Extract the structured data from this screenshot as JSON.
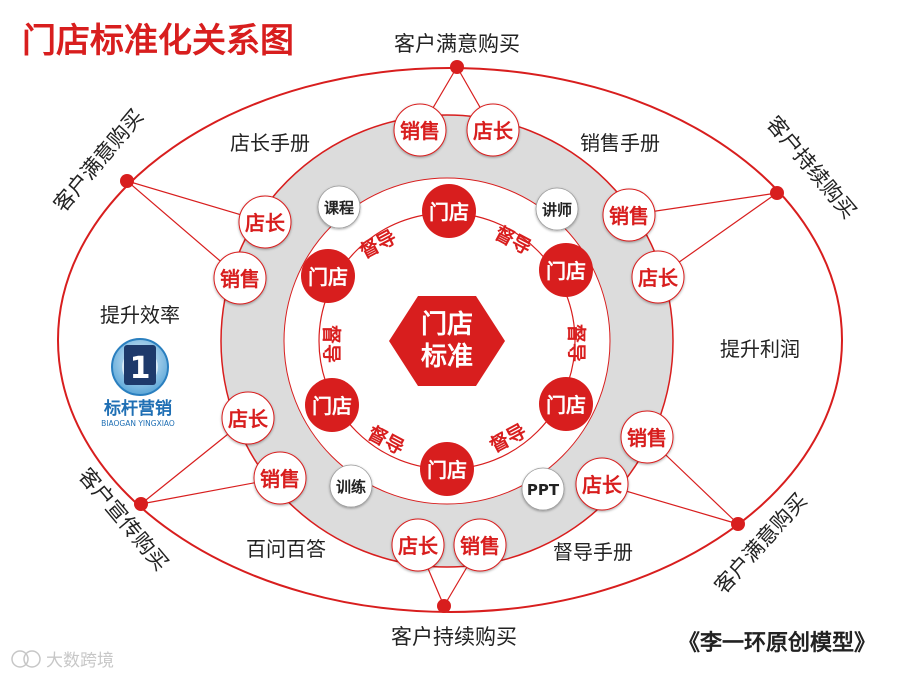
{
  "title": "门店标准化关系图",
  "credit": "《李一环原创模型》",
  "watermark": "大数跨境",
  "center_label": [
    "门店",
    "标准"
  ],
  "logo": {
    "text": "标杆营销",
    "subtext": "BIAOGAN YINGXIAO",
    "digit": "1"
  },
  "outer_labels": {
    "top": "客户满意购买",
    "upper_left": "客户满意购买",
    "upper_right": "客户持续购买",
    "lower_left": "客户宣传购买",
    "lower_right": "客户满意购买",
    "bottom": "客户持续购买"
  },
  "region_labels": {
    "manager_manual": "店长手册",
    "sales_manual": "销售手册",
    "improve_efficiency": "提升效率",
    "improve_profit": "提升利润",
    "hundred_qa": "百问百答",
    "supervisor_manual": "督导手册"
  },
  "role_labels": {
    "manager": "店长",
    "sales": "销售"
  },
  "small_circles": {
    "course": "课程",
    "lecturer": "讲师",
    "training": "训练",
    "ppt": "PPT"
  },
  "store_label": "门店",
  "supervise_label": "督导",
  "colors": {
    "red": "#d81e1e",
    "dark_red": "#c0151b",
    "gray_ring": "#dcdcdc",
    "text": "#222222",
    "blue": "#1f6fb4"
  }
}
